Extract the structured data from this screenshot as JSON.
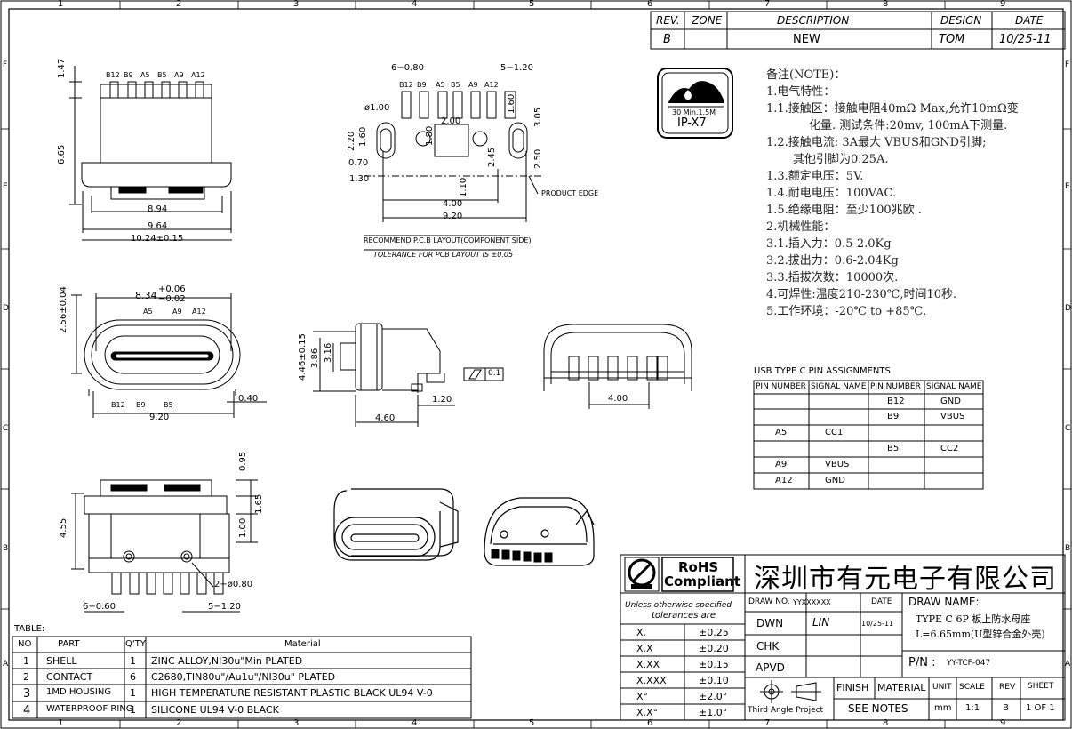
{
  "grid": {
    "cols": [
      "1",
      "2",
      "3",
      "4",
      "5",
      "6",
      "7",
      "8",
      "9"
    ],
    "rows": [
      "F",
      "E",
      "D",
      "C",
      "B",
      "A"
    ]
  },
  "revision": {
    "headers": {
      "rev": "REV.",
      "zone": "ZONE",
      "desc": "DESCRIPTION",
      "design": "DESIGN",
      "date": "DATE"
    },
    "row": {
      "rev": "B",
      "zone": "",
      "desc": "NEW",
      "design": "TOM",
      "date": "10/25-11"
    }
  },
  "badge": {
    "line1": "30 Min.1.5M",
    "line2": "IP-X7"
  },
  "notes": {
    "title": "备注(NOTE)：",
    "lines": [
      "1.电气特性：",
      "1.1.接触区：接触电阻40mΩ Max,允许10mΩ变",
      "化量. 测试条件:20mv, 100mA下测量.",
      "1.2.接触电流: 3A最大 VBUS和GND引脚;",
      "其他引脚为0.25A.",
      "1.3.额定电压：5V.",
      "1.4.耐电电压：100VAC.",
      "1.5.绝缘电阻：至少100兆欧 .",
      "2.机械性能：",
      "3.1.插入力：0.5-2.0Kg",
      "3.2.拔出力：0.6-2.04Kg",
      "3.3.插拔次数：10000次.",
      "4.可焊性:温度210-230℃,时间10秒.",
      "5.工作环境：-20℃ to +85℃."
    ]
  },
  "pin_table": {
    "title": "USB TYPE C PIN ASSIGNMENTS",
    "headers": [
      "PIN NUMBER",
      "SIGNAL NAME",
      "PIN NUMBER",
      "SIGNAL NAME"
    ],
    "rows": [
      [
        "",
        "",
        "B12",
        "GND"
      ],
      [
        "",
        "",
        "B9",
        "VBUS"
      ],
      [
        "A5",
        "CC1",
        "",
        ""
      ],
      [
        "",
        "",
        "B5",
        "CC2"
      ],
      [
        "A9",
        "VBUS",
        "",
        ""
      ],
      [
        "A12",
        "GND",
        "",
        ""
      ]
    ]
  },
  "material_table": {
    "title": "TABLE:",
    "headers": [
      "NO",
      "PART",
      "Q'TY",
      "Material"
    ],
    "rows": [
      [
        "1",
        "SHELL",
        "1",
        "ZINC ALLOY,NI30u\"Min PLATED"
      ],
      [
        "2",
        "CONTACT",
        "6",
        "C2680,TIN80u\"/Au1u\"/NI30u\" PLATED"
      ],
      [
        "3",
        "1MD HOUSING",
        "1",
        "HIGH TEMPERATURE RESISTANT PLASTIC BLACK UL94 V-0"
      ],
      [
        "4",
        "WATERPROOF RING",
        "1",
        "SILICONE UL94 V-0 BLACK"
      ]
    ]
  },
  "title_block": {
    "rohs_line1": "RoHS",
    "rohs_line2": "Compliant",
    "company": "深圳市有元电子有限公司",
    "draw_no_label": "DRAW NO.",
    "draw_no": "YYXXXXXX",
    "date_label": "DATE",
    "draw_name_label": "DRAW NAME:",
    "draw_name_1": "TYPE C 6P 板上防水母座",
    "draw_name_2": "L=6.65mm(U型锌合金外壳)",
    "dwn_label": "DWN",
    "dwn": "LIN",
    "dwn_date": "10/25-11",
    "chk_label": "CHK",
    "apvd_label": "APVD",
    "pn_label": "P/N :",
    "pn": "YY-TCF-047",
    "tol_line1": "Unless otherwise specified",
    "tol_line2": "tolerances are",
    "tolerances": [
      [
        "X.",
        "±0.25"
      ],
      [
        "X.X",
        "±0.20"
      ],
      [
        "X.XX",
        "±0.15"
      ],
      [
        "X.XXX",
        "±0.10"
      ],
      [
        "X°",
        "±2.0°"
      ],
      [
        "X.X°",
        "±1.0°"
      ]
    ],
    "projection": "Third Angle Project",
    "finish_label": "FINISH",
    "material_label": "MATERIAL",
    "see_notes": "SEE NOTES",
    "unit_label": "UNIT",
    "unit": "mm",
    "scale_label": "SCALE",
    "scale": "1:1",
    "rev_label": "REV",
    "rev": "B",
    "sheet_label": "SHEET",
    "sheet": "1 OF 1"
  },
  "dims": {
    "top_pins": [
      "B12",
      "B9",
      "A5",
      "B5",
      "A9",
      "A12"
    ],
    "d_147": "1.47",
    "d_665": "6.65",
    "d_894": "8.94",
    "d_964": "9.64",
    "d_1024": "10.24±0.15",
    "pcb_6_080": "6−0.80",
    "pcb_5_120": "5−1.20",
    "pcb_phi100": "ø1.00",
    "pcb_200": "2.00",
    "pcb_220": "2.20",
    "pcb_160a": "1.60",
    "pcb_180": "1.80",
    "pcb_160b": "1.60",
    "pcb_305": "3.05",
    "pcb_245": "2.45",
    "pcb_250": "2.50",
    "pcb_070": "0.70",
    "pcb_130": "1.30",
    "pcb_110": "1.10",
    "pcb_400": "4.00",
    "pcb_920": "9.20",
    "pcb_edge": "PRODUCT EDGE",
    "pcb_recommend": "RECOMMEND P.C.B LAYOUT(COMPONENT SIDE)",
    "pcb_tol": "TOLERANCE FOR PCB LAYOUT IS ±0.05",
    "front_834": "8.34",
    "front_834_tol1": "+0.06",
    "front_834_tol2": "−0.02",
    "front_256": "2.56±0.04",
    "front_pins_top": [
      "A5",
      "A9",
      "A12"
    ],
    "front_pins_bot": [
      "B12",
      "B9",
      "B5"
    ],
    "front_040": "0.40",
    "front_920": "9.20",
    "side_446": "4.46±0.15",
    "side_386": "3.86",
    "side_316": "3.16",
    "side_120": "1.20",
    "side_460": "4.60",
    "side_flat": "0.1",
    "rear_400": "4.00",
    "bot_095": "0.95",
    "bot_165": "1.65",
    "bot_100": "1.00",
    "bot_455": "4.55",
    "bot_phi": "2−ø0.80",
    "bot_6_060": "6−0.60",
    "bot_5_120": "5−1.20"
  }
}
